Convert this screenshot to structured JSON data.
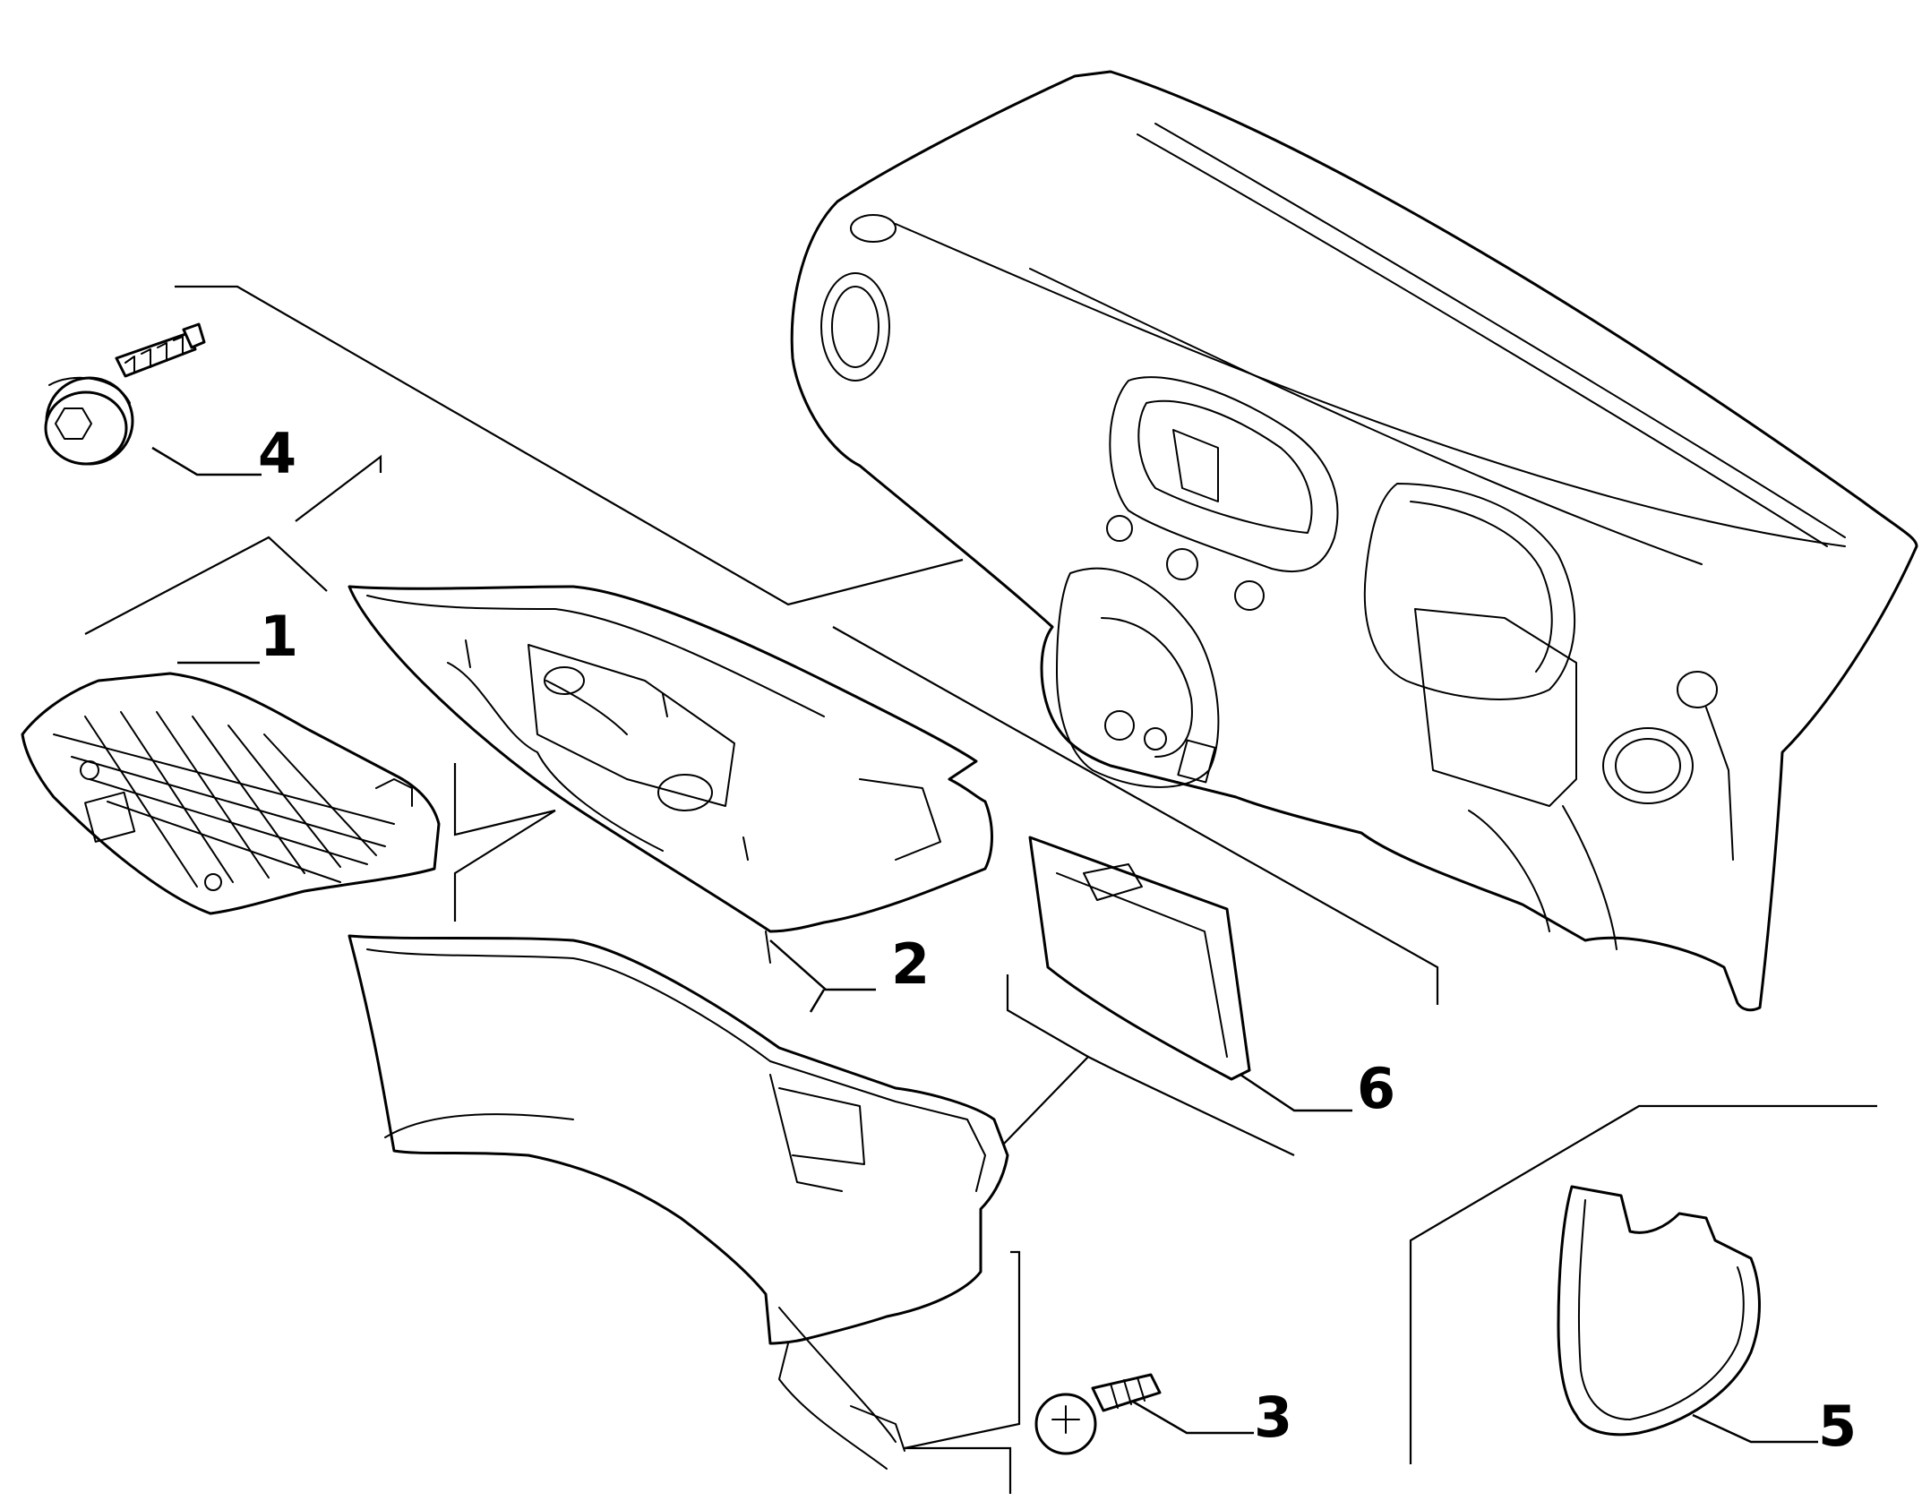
{
  "callouts": [
    {
      "id": "part-1",
      "label": "1"
    },
    {
      "id": "part-2",
      "label": "2"
    },
    {
      "id": "part-3",
      "label": "3"
    },
    {
      "id": "part-4",
      "label": "4"
    },
    {
      "id": "part-5",
      "label": "5"
    },
    {
      "id": "part-6",
      "label": "6"
    }
  ]
}
